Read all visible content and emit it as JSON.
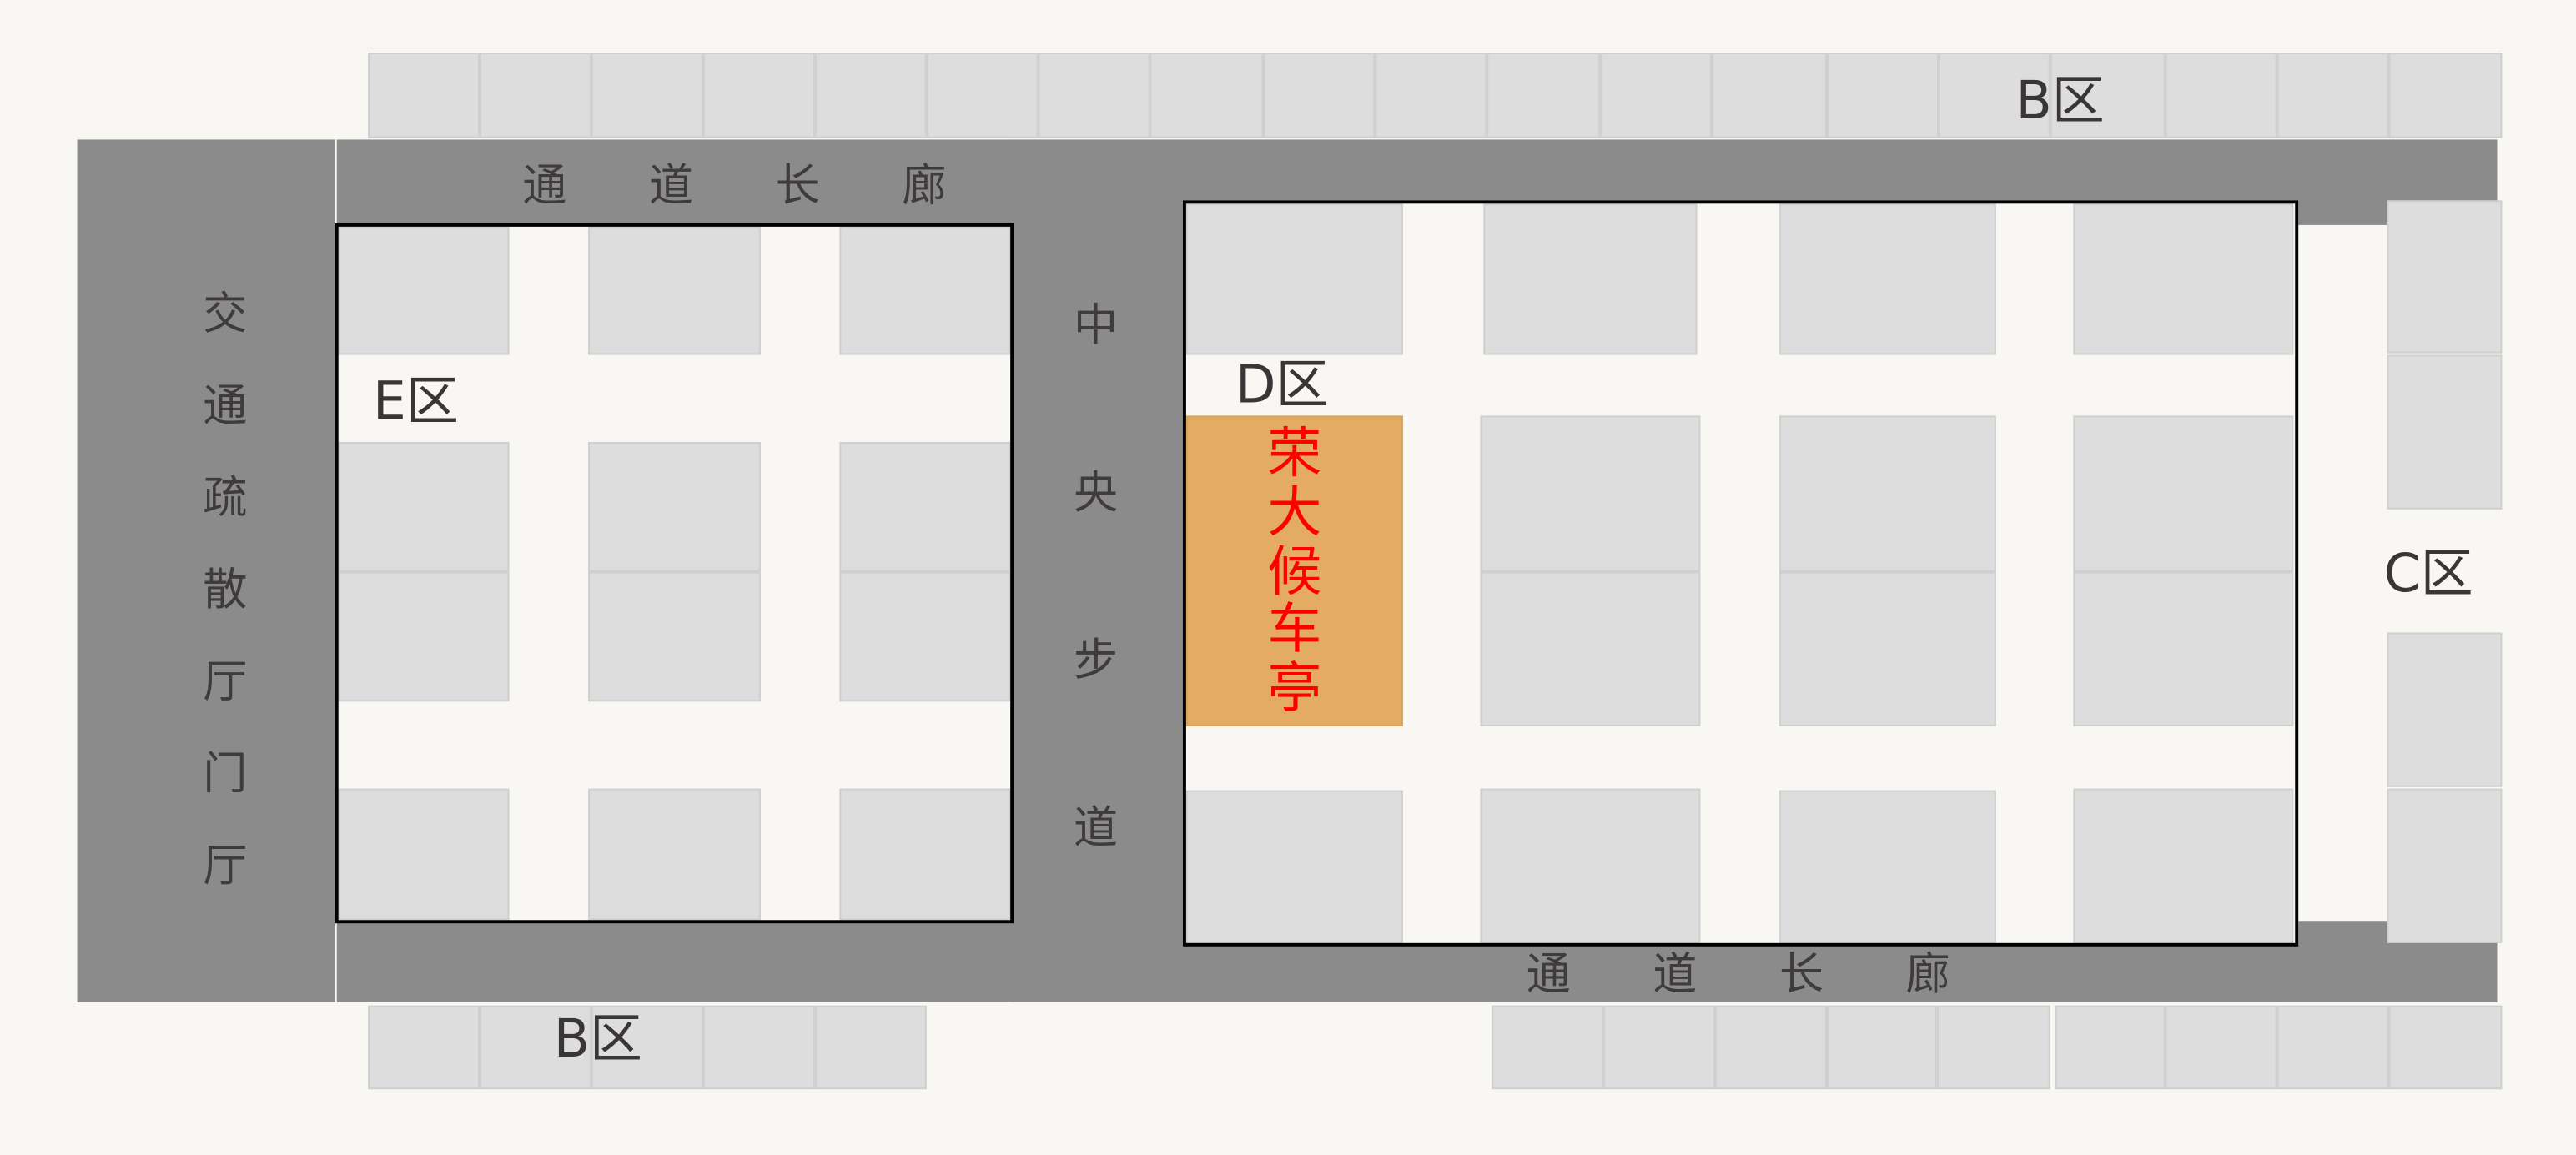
{
  "map": {
    "background": "#F8F7F3",
    "corridor_color": "#8B8B8B",
    "stall_color": "#DDDDDD",
    "highlight": {
      "label": "荣大候车亭",
      "chars": [
        "荣",
        "大",
        "候",
        "车",
        "亭"
      ],
      "fill": "#E4AC62",
      "text_color": "#FF0000"
    },
    "labels": {
      "zone_b_top": "B区",
      "zone_b_bottom": "B区",
      "zone_c": "C区",
      "zone_d": "D区",
      "zone_e": "E区"
    },
    "corridors": {
      "left_hall": {
        "label": "交通疏散厅门厅",
        "chars": [
          "交",
          "通",
          "疏",
          "散",
          "厅",
          "门",
          "厅"
        ]
      },
      "top_corridor": {
        "label": "通道长廊",
        "chars": [
          "通",
          "道",
          "长",
          "廊"
        ]
      },
      "bottom_corridor": {
        "label": "通道长廊",
        "chars": [
          "通",
          "道",
          "长",
          "廊"
        ]
      },
      "central_walkway": {
        "label": "中央步道",
        "chars": [
          "中",
          "央",
          "步",
          "道"
        ]
      }
    }
  }
}
